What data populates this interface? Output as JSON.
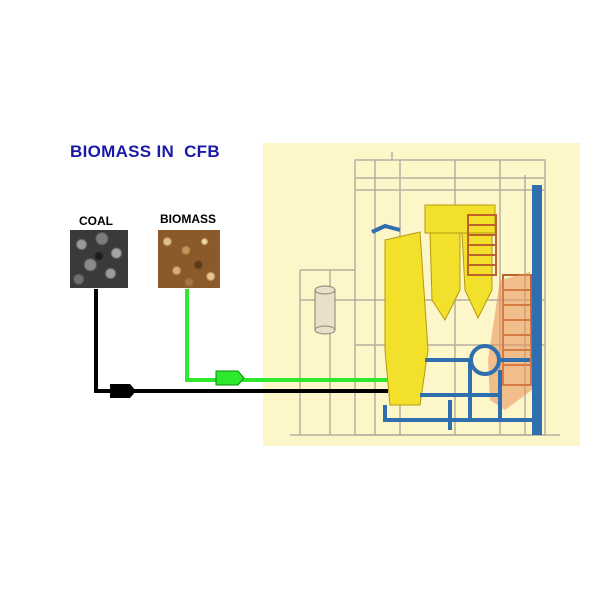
{
  "title": "BIOMASS IN  CFB",
  "feeds": {
    "coal_label": "COAL",
    "biomass_label": "BIOMASS"
  },
  "colors": {
    "title": "#1a1aa6",
    "coal_line": "#000000",
    "biomass_line": "#2ee82e",
    "boiler": "#f2e02a",
    "piping": "#2f6fb0",
    "heat_exchanger": "#c0602a",
    "plant_background": "#fdf6c8"
  },
  "icons": {
    "coal_flow_arrow": "arrow-right-icon",
    "biomass_flow_arrow": "arrow-right-icon"
  }
}
